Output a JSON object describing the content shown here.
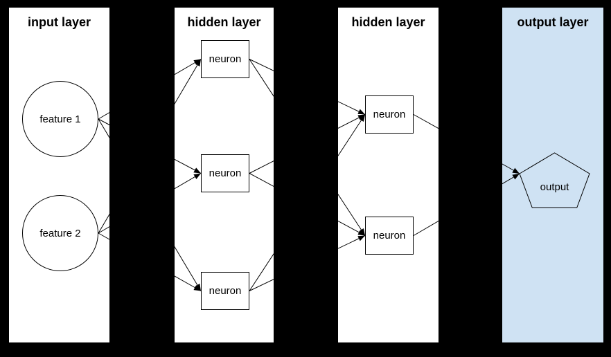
{
  "diagram": {
    "type": "neural-network",
    "colors": {
      "background": "#000000",
      "panel": "#ffffff",
      "output_panel": "#cfe2f3",
      "line": "#000000",
      "node_fill": "#ffffff",
      "node_border": "#000000",
      "text": "#000000"
    },
    "layers": [
      {
        "title": "input layer",
        "panel_color": "#ffffff",
        "nodes": [
          {
            "id": "feature-1",
            "shape": "circle",
            "label": "feature 1"
          },
          {
            "id": "feature-2",
            "shape": "circle",
            "label": "feature 2"
          }
        ]
      },
      {
        "title": "hidden layer",
        "panel_color": "#ffffff",
        "nodes": [
          {
            "id": "h1-neuron-1",
            "shape": "rectangle",
            "label": "neuron"
          },
          {
            "id": "h1-neuron-2",
            "shape": "rectangle",
            "label": "neuron"
          },
          {
            "id": "h1-neuron-3",
            "shape": "rectangle",
            "label": "neuron"
          }
        ]
      },
      {
        "title": "hidden layer",
        "panel_color": "#ffffff",
        "nodes": [
          {
            "id": "h2-neuron-1",
            "shape": "rectangle",
            "label": "neuron"
          },
          {
            "id": "h2-neuron-2",
            "shape": "rectangle",
            "label": "neuron"
          }
        ]
      },
      {
        "title": "output layer",
        "panel_color": "#cfe2f3",
        "nodes": [
          {
            "id": "output",
            "shape": "pentagon",
            "label": "output"
          }
        ]
      }
    ],
    "edges": [
      {
        "from": "feature-1",
        "to": "h1-neuron-1"
      },
      {
        "from": "feature-1",
        "to": "h1-neuron-2"
      },
      {
        "from": "feature-1",
        "to": "h1-neuron-3"
      },
      {
        "from": "feature-2",
        "to": "h1-neuron-1"
      },
      {
        "from": "feature-2",
        "to": "h1-neuron-2"
      },
      {
        "from": "feature-2",
        "to": "h1-neuron-3"
      },
      {
        "from": "h1-neuron-1",
        "to": "h2-neuron-1"
      },
      {
        "from": "h1-neuron-1",
        "to": "h2-neuron-2"
      },
      {
        "from": "h1-neuron-2",
        "to": "h2-neuron-1"
      },
      {
        "from": "h1-neuron-2",
        "to": "h2-neuron-2"
      },
      {
        "from": "h1-neuron-3",
        "to": "h2-neuron-1"
      },
      {
        "from": "h1-neuron-3",
        "to": "h2-neuron-2"
      },
      {
        "from": "h2-neuron-1",
        "to": "output"
      },
      {
        "from": "h2-neuron-2",
        "to": "output"
      }
    ]
  }
}
